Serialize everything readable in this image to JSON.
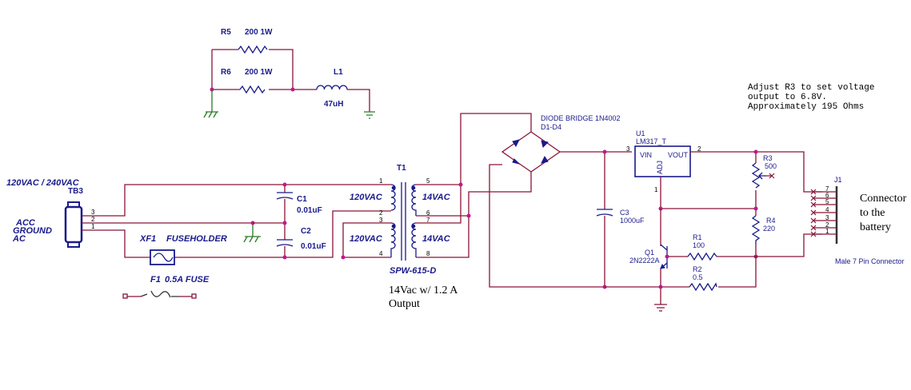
{
  "components": {
    "r5": {
      "ref": "R5",
      "value": "200 1W"
    },
    "r6": {
      "ref": "R6",
      "value": "200 1W"
    },
    "l1": {
      "ref": "L1",
      "value": "47uH"
    },
    "tb3": {
      "ref": "TB3",
      "rating": "120VAC / 240VAC",
      "pin_labels": [
        "ACC",
        "GROUND",
        "AC"
      ],
      "pins": [
        "3",
        "2",
        "1"
      ]
    },
    "c1": {
      "ref": "C1",
      "value": "0.01uF"
    },
    "c2": {
      "ref": "C2",
      "value": "0.01uF"
    },
    "xf1": {
      "ref": "XF1",
      "name": "FUSEHOLDER"
    },
    "f1": {
      "ref": "F1",
      "value": "0.5A FUSE"
    },
    "t1": {
      "ref": "T1",
      "part": "SPW-615-D",
      "primary1": "120VAC",
      "primary2": "120VAC",
      "secondary1": "14VAC",
      "secondary2": "14VAC",
      "pins": [
        "1",
        "2",
        "3",
        "4",
        "5",
        "6",
        "7",
        "8"
      ]
    },
    "bridge": {
      "name": "DIODE BRIDGE 1N4002",
      "refs": "D1-D4"
    },
    "c3": {
      "ref": "C3",
      "value": "1000uF"
    },
    "u1": {
      "ref": "U1",
      "part": "LM317_T",
      "vin": "VIN",
      "vout": "VOUT",
      "adj": "ADJ",
      "pin_vin": "3",
      "pin_vout": "2",
      "pin_adj": "1"
    },
    "r3": {
      "ref": "R3",
      "value": "500"
    },
    "r4": {
      "ref": "R4",
      "value": "220"
    },
    "r1": {
      "ref": "R1",
      "value": "100"
    },
    "r2": {
      "ref": "R2",
      "value": "0.5"
    },
    "q1": {
      "ref": "Q1",
      "part": "2N2222A"
    },
    "j1": {
      "ref": "J1",
      "pins": [
        "7",
        "6",
        "5",
        "4",
        "3",
        "2",
        "1"
      ],
      "caption": "Male 7 Pin Connector"
    }
  },
  "notes": {
    "adjust": [
      "Adjust R3 to set voltage",
      "output to 6.8V.",
      "Approximately 195 Ohms"
    ],
    "output": [
      "14Vac w/ 1.2 A",
      "Output"
    ],
    "connector": [
      "Connector",
      "to the",
      "battery"
    ]
  },
  "colors": {
    "wire": "#8a1538",
    "component": "#1a1a8c",
    "junction": "#c0188c",
    "ground": "#2a7a2a"
  }
}
